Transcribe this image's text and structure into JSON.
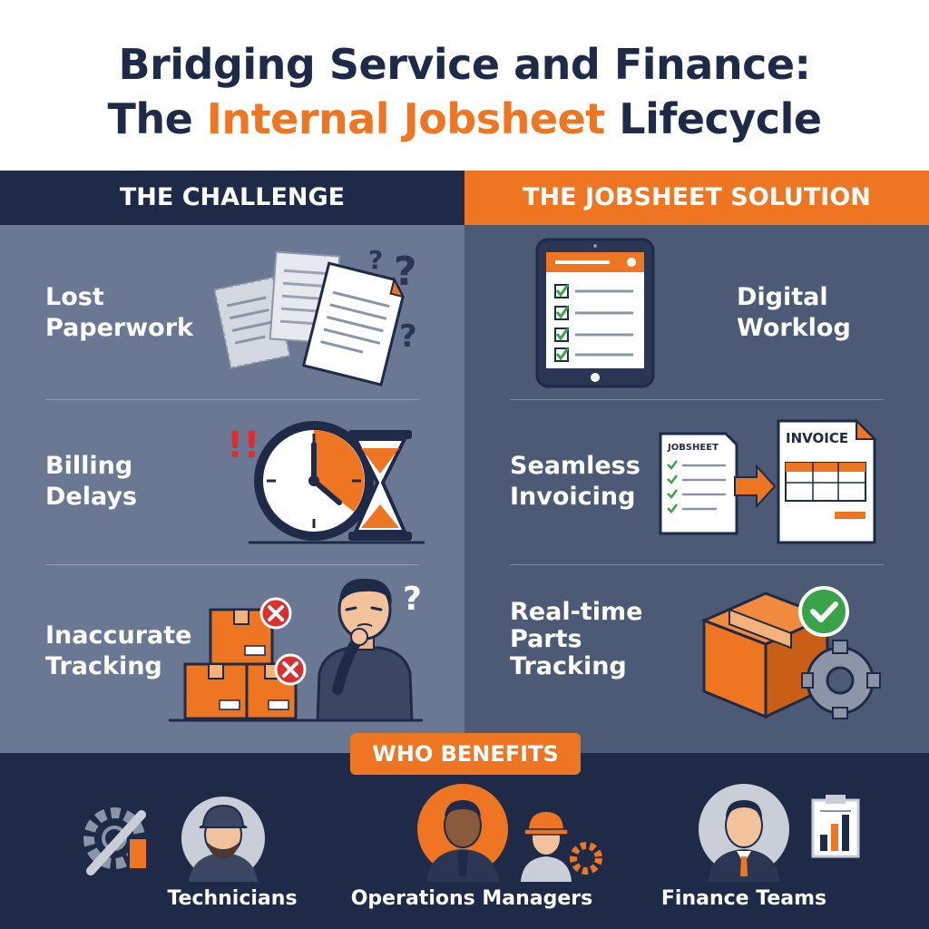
{
  "title": {
    "line1": "Bridging Service and Finance:",
    "line2_prefix": "The ",
    "line2_accent": "Internal Jobsheet",
    "line2_suffix": " Lifecycle"
  },
  "challenge": {
    "header": "THE CHALLENGE",
    "items": [
      {
        "line1": "Lost",
        "line2": "Paperwork"
      },
      {
        "line1": "Billing",
        "line2": "Delays"
      },
      {
        "line1": "Inaccurate",
        "line2": "Tracking"
      }
    ]
  },
  "solution": {
    "header": "THE JOBSHEET SOLUTION",
    "items": [
      {
        "line1": "Digital",
        "line2": "Worklog"
      },
      {
        "line1": "Seamless",
        "line2": "Invoicing"
      },
      {
        "line1": "Real-time",
        "line2": "Parts",
        "line3": "Tracking"
      }
    ],
    "doc_labels": {
      "jobsheet": "JOBSHEET",
      "invoice": "INVOICE"
    }
  },
  "benefits": {
    "header": "WHO BENEFITS",
    "roles": [
      "Technicians",
      "Operations Managers",
      "Finance Teams"
    ]
  },
  "colors": {
    "navy": "#1e2a47",
    "orange": "#ee7623",
    "slate": "#6b7894",
    "slate_dark": "#4d5a76",
    "green": "#3aa34a",
    "red": "#d9302f"
  }
}
